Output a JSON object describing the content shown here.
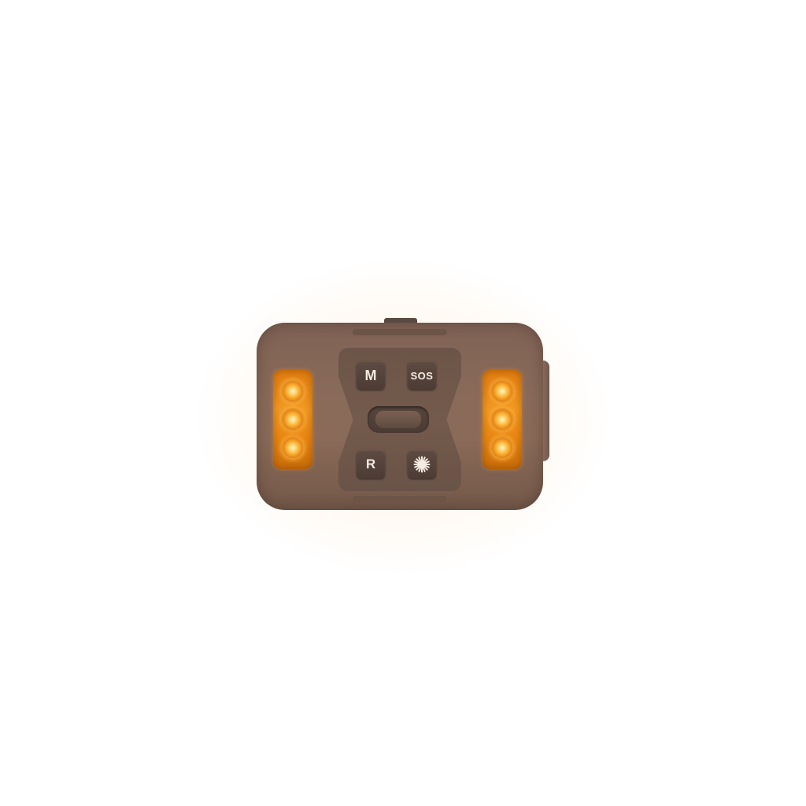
{
  "device": {
    "colors": {
      "shell": "#8a6b5a",
      "lens": "#f39a22",
      "led": "#ffd36a",
      "button": "#4c3c35",
      "button_text": "#f6ece4"
    },
    "buttons": {
      "mode_label": "M",
      "sos_label": "SOS",
      "red_label": "R",
      "light_icon": "sun-icon"
    }
  }
}
